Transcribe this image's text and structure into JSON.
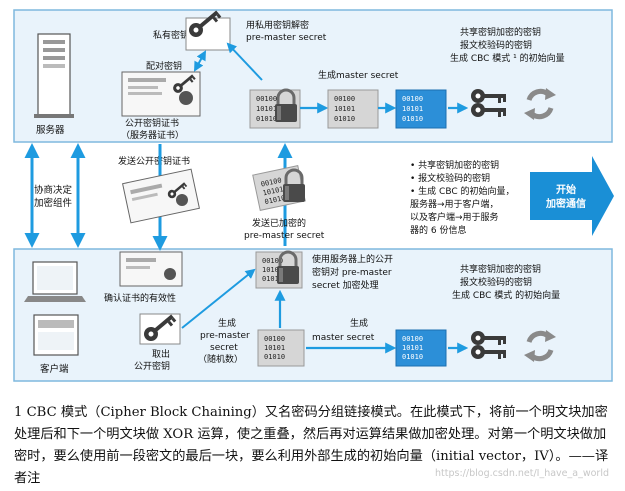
{
  "server": {
    "label": "服务器",
    "private_key": "私有密钥",
    "pair_key": "配对密钥",
    "cert_line1": "公开密钥证书",
    "cert_line2": "（服务器证书）",
    "decrypt_line1": "用私用密钥解密",
    "decrypt_line2": "pre-master secret",
    "generate_ms": "生成master secret",
    "info_line1": "共享密钥加密的密钥",
    "info_line2": "报文校验码的密钥",
    "info_line3": "生成 CBC 模式 ¹ 的初始向量"
  },
  "middle": {
    "negotiate_line1": "协商决定",
    "negotiate_line2": "加密组件",
    "send_cert": "发送公开密钥证书",
    "send_pms_line1": "发送已加密的",
    "send_pms_line2": "pre-master secret",
    "bullets": [
      "• 共享密钥加密的密钥",
      "• 报文校验码的密钥",
      "• 生成 CBC 的初始向量，",
      "  服务器→用于客户端，",
      "  以及客户端→用于服务",
      "  器的 6 份信息"
    ],
    "start_line1": "开始",
    "start_line2": "加密通信"
  },
  "client": {
    "label": "客户端",
    "verify": "确认证书的有效性",
    "take_key_line1": "取出",
    "take_key_line2": "公开密钥",
    "encrypt_line1": "使用服务器上的公开",
    "encrypt_line2": "密钥对 pre-master",
    "encrypt_line3": "secret 加密处理",
    "gen_pms_line1": "生成",
    "gen_pms_line2": "pre-master",
    "gen_pms_line3": "secret",
    "gen_pms_line4": "（随机数）",
    "gen_ms_line1": "生成",
    "gen_ms_line2": "master secret",
    "info_line1": "共享密钥加密的密钥",
    "info_line2": "报文校验码的密钥",
    "info_line3": "生成 CBC 模式 的初始向量"
  },
  "binary_block": [
    "00100",
    "10101",
    "01010"
  ],
  "footnote": "1 CBC 模式（Cipher Block Chaining）又名密码分组链接模式。在此模式下，将前一个明文块加密处理后和下一个明文块做 XOR 运算，使之重叠，然后再对运算结果做加密处理。对第一个明文块做加密时，要么使用前一段密文的最后一块，要么利用外部生成的初始向量（initial vector，IV）。——译者注",
  "watermark": "https://blog.csdn.net/I_have_a_world",
  "colors": {
    "panel": "#e9f3fb",
    "panel_border": "#7fb8de",
    "arrow": "#1e9be0",
    "block_blue": "#2c8fd8",
    "arrow_big": "#1a8fd6"
  }
}
